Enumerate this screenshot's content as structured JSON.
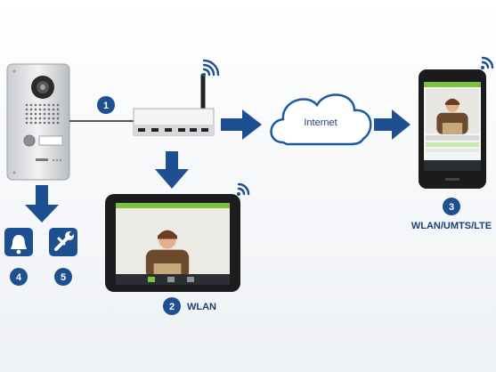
{
  "diagram": {
    "cloud_label": "Internet",
    "badges": [
      "1",
      "2",
      "3",
      "4",
      "5"
    ],
    "label_tablet": "WLAN",
    "label_phone": "WLAN/UMTS/LTE",
    "colors": {
      "arrow": "#1d4f91",
      "badge": "#1d4f91",
      "cloud_stroke": "#1d5aa0",
      "app_bar": "#7cc242"
    },
    "icons": [
      "bell-icon",
      "wrench-icon",
      "wifi-icon"
    ]
  }
}
